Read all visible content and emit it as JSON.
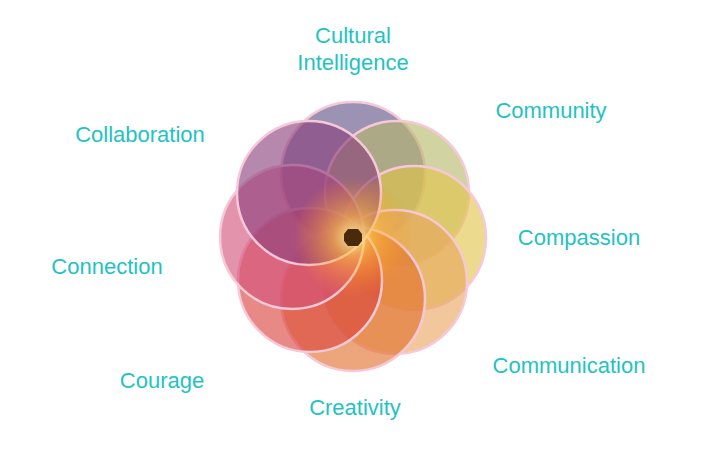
{
  "diagram": {
    "labels": [
      "Cultural Intelligence",
      "Community",
      "Compassion",
      "Communication",
      "Creativity",
      "Courage",
      "Connection",
      "Collaboration"
    ]
  }
}
